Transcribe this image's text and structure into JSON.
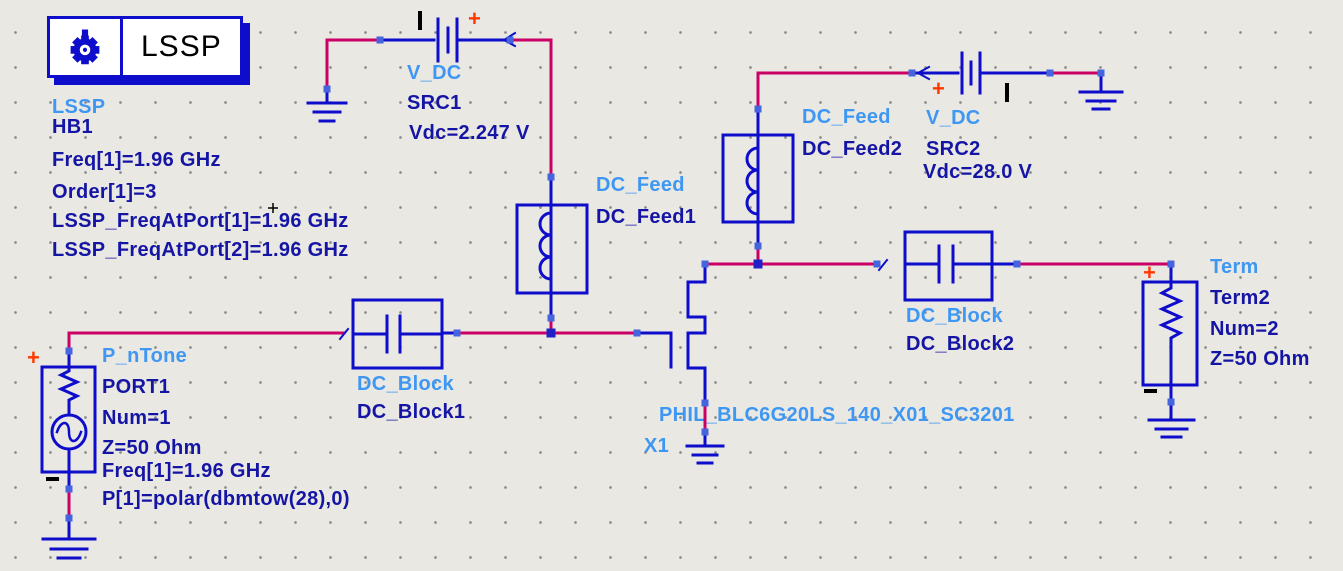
{
  "app": {
    "view": "schematic-canvas"
  },
  "colors": {
    "background": "#EAE8E3",
    "wire_magenta": "#CB0065",
    "component_blue": "#0D0DCB",
    "node_blue": "#4565DE",
    "junction_blue": "#2020C8",
    "type_label_blue": "#3E97F2",
    "instance_label_navy": "#1515A5",
    "plus_mark_red": "#FF3800"
  },
  "lssp_controller": {
    "box_title": "LSSP",
    "type_label": "LSSP",
    "instance": "HB1",
    "params": [
      "Freq[1]=1.96 GHz",
      "Order[1]=3",
      "LSSP_FreqAtPort[1]=1.96 GHz",
      "LSSP_FreqAtPort[2]=1.96 GHz"
    ]
  },
  "components": {
    "src1": {
      "type": "V_DC",
      "name": "SRC1",
      "param": "Vdc=2.247 V",
      "plus": "+"
    },
    "dc_feed1": {
      "type": "DC_Feed",
      "name": "DC_Feed1"
    },
    "dc_block1": {
      "type": "DC_Block",
      "name": "DC_Block1"
    },
    "port1": {
      "type": "P_nTone",
      "name": "PORT1",
      "params": [
        "Num=1",
        "Z=50 Ohm",
        "Freq[1]=1.96 GHz",
        "P[1]=polar(dbmtow(28),0)"
      ],
      "plus": "+"
    },
    "x1": {
      "type": "PHIL_BLC6G20LS_140_X01_SC3201",
      "name": "X1"
    },
    "dc_feed2": {
      "type": "DC_Feed",
      "name": "DC_Feed2"
    },
    "src2": {
      "type": "V_DC",
      "name": "SRC2",
      "param": "Vdc=28.0 V",
      "plus": "+"
    },
    "dc_block2": {
      "type": "DC_Block",
      "name": "DC_Block2"
    },
    "term2": {
      "type": "Term",
      "name": "Term2",
      "params": [
        "Num=2",
        "Z=50 Ohm"
      ],
      "plus": "+"
    }
  }
}
